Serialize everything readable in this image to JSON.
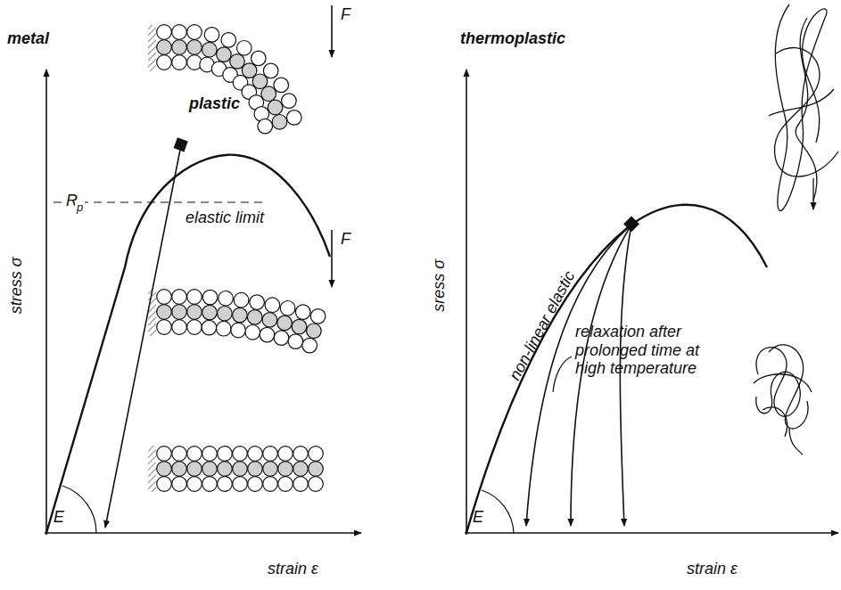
{
  "diagram": {
    "labels": [
      "metal",
      "F",
      "stress σ",
      "plastic",
      "R",
      "p",
      "elastic limit",
      "F",
      "E",
      "strain ε",
      "thermoplastic",
      "sress σ",
      "non-linear elastic",
      "relaxation after prolonged time at high temperature",
      "E",
      "strain ε"
    ]
  }
}
